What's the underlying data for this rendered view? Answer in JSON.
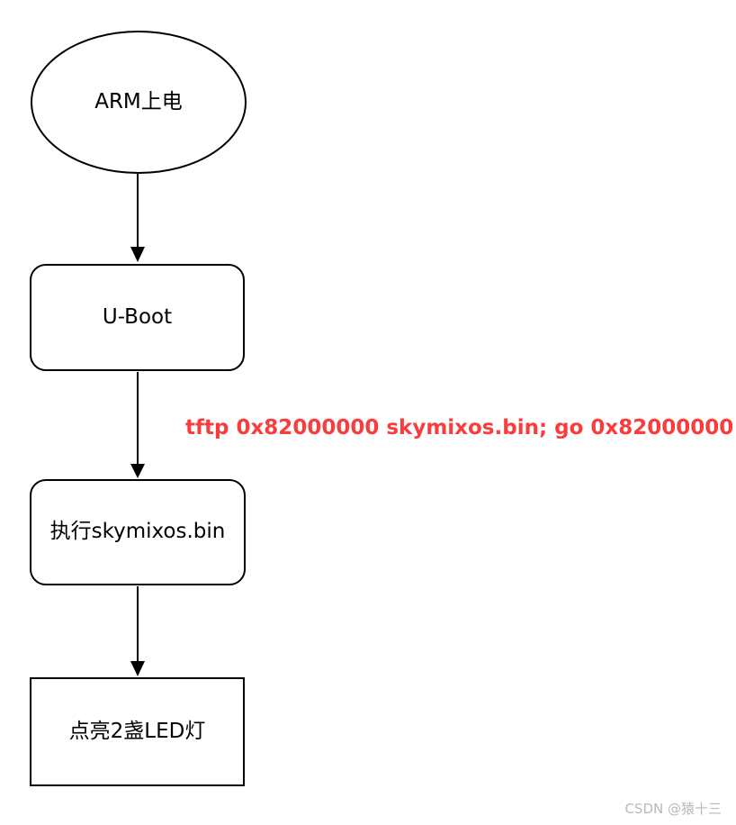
{
  "diagram": {
    "nodes": [
      {
        "id": "arm-power-on",
        "shape": "ellipse",
        "label": "ARM上电"
      },
      {
        "id": "u-boot",
        "shape": "rounded-rect",
        "label": "U-Boot"
      },
      {
        "id": "exec-skymixos",
        "shape": "rounded-rect",
        "label": "执行skymixos.bin"
      },
      {
        "id": "led",
        "shape": "rect",
        "label": "点亮2盏LED灯"
      }
    ],
    "edges": [
      {
        "from": "arm-power-on",
        "to": "u-boot",
        "label": ""
      },
      {
        "from": "u-boot",
        "to": "exec-skymixos",
        "label": "tftp 0x82000000 skymixos.bin; go 0x82000000"
      },
      {
        "from": "exec-skymixos",
        "to": "led",
        "label": ""
      }
    ],
    "colors": {
      "stroke": "#000000",
      "edge_label": "#fb3c3c",
      "watermark": "#b9b9b9"
    }
  },
  "watermark": {
    "text": "CSDN @猿十三"
  }
}
